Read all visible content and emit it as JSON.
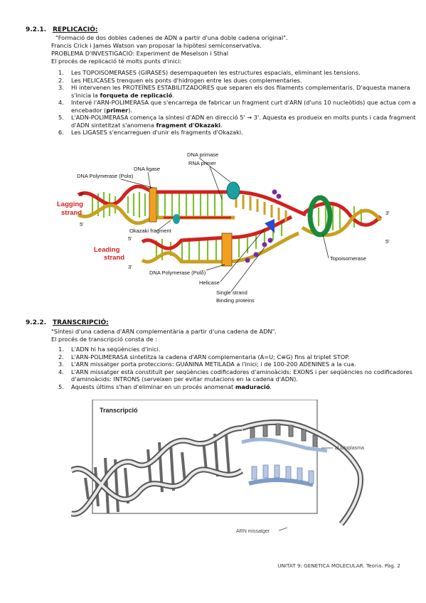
{
  "replication": {
    "number": "9.2.1.",
    "title": "REPLICACIÓ:",
    "definition": "\"Formació de dos dobles cadenes de ADN a partir d'una doble cadena original\".",
    "authors": "Francis Crick i James Watson van proposar la hipòtesi semiconservativa.",
    "problem": "PROBLEMA D'INVESTIGACIÓ: Experiment de Meselson i Sthal",
    "intro": "El procés de replicació té molts punts d'inici:",
    "items": [
      {
        "n": "1.",
        "text": "Les TOPOISOMERASES (GIRASES) desempaqueten les estructures espacials, eliminant les tensions."
      },
      {
        "n": "2.",
        "text": "Les HELICASES trenquen els ponts d'hidrogen entre les dues complementaries."
      },
      {
        "n": "3.",
        "text": "Hi intervenen les PROTEÏNES ESTABILITZADORES que separen els dos filaments complementaris. D'aquesta manera s'inicia la ",
        "bold": "forqueta de replicació",
        "after": "."
      },
      {
        "n": "4.",
        "text": "Intervé l'ARN-POLIMERASA que s'encarrega de fabricar un fragment curt d'ARN (d'uns 10 nucleòtids) que actua com a encebador (",
        "bold": "primer",
        "after": ")."
      },
      {
        "n": "5.",
        "text": "L'ADN-POLIMERASA comença la síntesi d'ADN en direcció 5' → 3'. Aquesta es produeix en molts punts i cada fragment d'ADN sintetitzat s'anomena ",
        "bold": "fragment d'Okazaki",
        "after": "."
      },
      {
        "n": "6.",
        "text": "Les LIGASES s'encarreguen d'unir els fragments d'Okazaki."
      }
    ],
    "figure": {
      "labels": {
        "dna_primase": "DNA primase",
        "rna_primer": "RNA primer",
        "dna_ligase": "DNA ligase",
        "dna_pol_top": "DNA Polymerase (Polα)",
        "lagging": "Lagging",
        "strand": "strand",
        "leading": "Leading",
        "okazaki": "Okazaki fragment",
        "dna_pol_bottom": "DNA Polymerase (Polδ)",
        "helicase": "Helicase",
        "single_strand_1": "Single strand",
        "single_strand_2": "Binding proteins",
        "topoisomerase": "Topoisomerase",
        "end_3": "3'",
        "end_5": "5'"
      },
      "colors": {
        "strand_red": "#d42020",
        "strand_gold": "#c8a020",
        "rung": "#7cc230",
        "label_red": "#d42020",
        "pol": "#f0a020",
        "topo": "#1a8a3a",
        "primase": "#1aa0a0",
        "helicase": "#2a4ad0",
        "ssb": "#7a2aa0"
      }
    }
  },
  "transcription": {
    "number": "9.2.2.",
    "title": "TRANSCRIPCIÓ:",
    "definition": "\"Síntesi d'una cadena d'ARN complementària a partir d'una cadena de ADN\".",
    "intro": "El procés de transcripció consta de :",
    "items": [
      {
        "n": "1.",
        "text": "L'ADN hi ha seqüències d'inici."
      },
      {
        "n": "2.",
        "text": "L'ARN-POLIMERASA sintetitza la cadena d'ARN complementaria (A=U; C≡G) fins al triplet STOP."
      },
      {
        "n": "3.",
        "text": "L'ARN missatger porta proteccions: GUANINA METILADA a l'inici; i de 100-200 ADENINES a la cua."
      },
      {
        "n": "4.",
        "text": "L'ARN missatger està constituït per seqüències codificadores d'aminoàcids: EXONS i per seqüències no codificadores d'aminoàcids: INTRONS (serveixen per evitar mutacions en la cadena d'ADN)."
      },
      {
        "n": "5.",
        "text": "Aquests últims s'han d'eliminar en un procés anomenat ",
        "bold": "maduració",
        "after": "."
      }
    ],
    "figure": {
      "title": "Transcripció",
      "cytoplasm": "al citoplasma",
      "mrna": "ARN missatger"
    }
  },
  "footer": "UNITAT 9: GENÈTICA MOLECULAR. Teoria. Pàg. 2"
}
